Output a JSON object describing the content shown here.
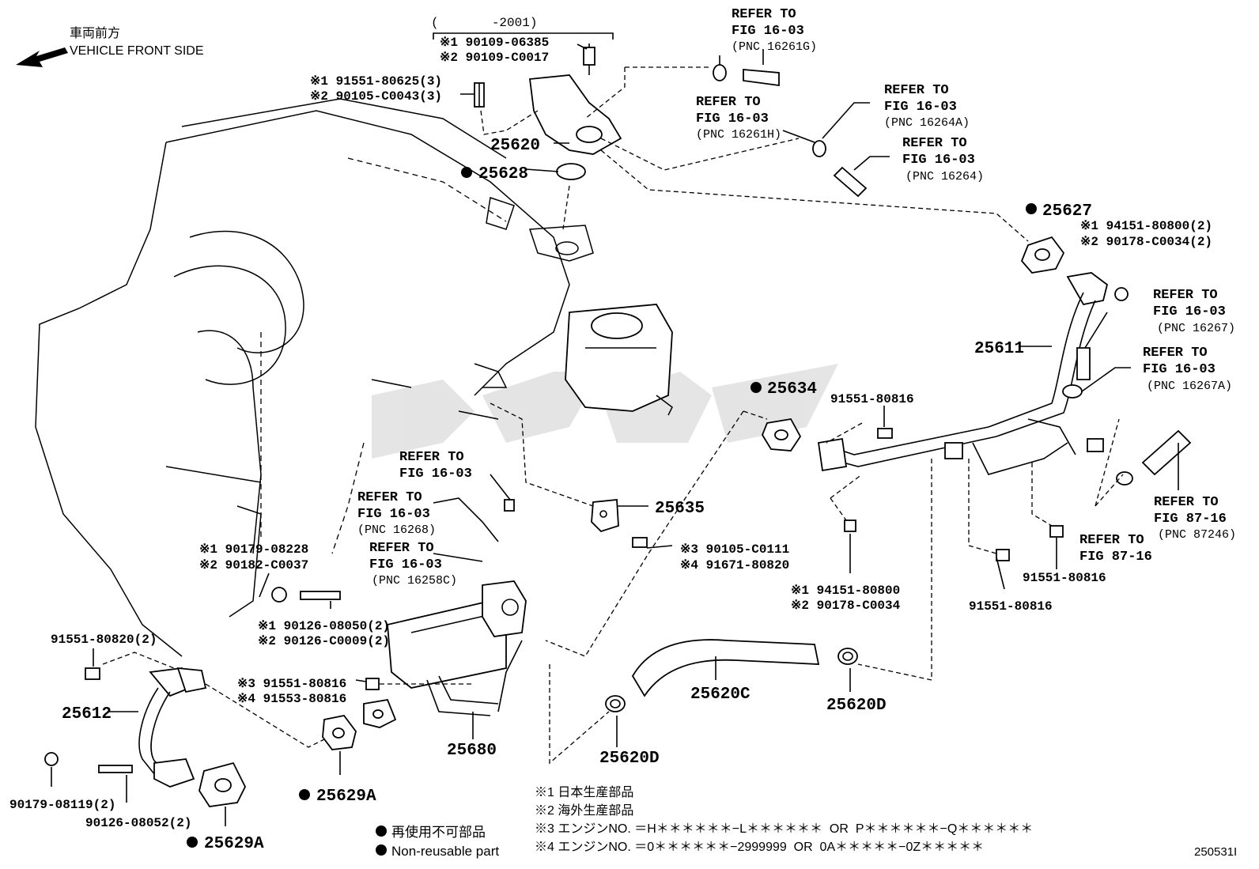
{
  "header": {
    "front_jp": "車両前方",
    "front_en": "VEHICLE FRONT SIDE",
    "year_note": "(       -2001)"
  },
  "callouts": {
    "c1_1": "※1 90109-06385",
    "c1_2": "※2 90109-C0017",
    "c2_1": "※1 91551-80625(3)",
    "c2_2": "※2 90105-C0043(3)",
    "c3_1": "※1 94151-80800(2)",
    "c3_2": "※2 90178-C0034(2)",
    "c4_1": "※1 90179-08228",
    "c4_2": "※2 90182-C0037",
    "c5_1": "※3 90105-C0111",
    "c5_2": "※4 91671-80820",
    "c6_1": "※1 94151-80800",
    "c6_2": "※2 90178-C0034",
    "c7_1": "※1 90126-08050(2)",
    "c7_2": "※2 90126-C0009(2)",
    "c8_1": "※3 91551-80816",
    "c8_2": "※4 91553-80816",
    "p91551_80816_a": "91551-80816",
    "p91551_80816_b": "91551-80816",
    "p91551_80816_c": "91551-80816",
    "p91551_80820": "91551-80820(2)",
    "p90179_08119": "90179-08119(2)",
    "p90126_08052": "90126-08052(2)"
  },
  "parts": {
    "p25620": "25620",
    "p25628": "25628",
    "p25627": "25627",
    "p25611": "25611",
    "p25634": "25634",
    "p25635": "25635",
    "p25612": "25612",
    "p25680": "25680",
    "p25620C": "25620C",
    "p25620D_a": "25620D",
    "p25620D_b": "25620D",
    "p25629A_a": "25629A",
    "p25629A_b": "25629A"
  },
  "refs": {
    "refer": "REFER TO",
    "fig1603": "FIG 16-03",
    "fig8716": "FIG 87-16",
    "pnc16261G": "(PNC 16261G)",
    "pnc16261H": "(PNC 16261H)",
    "pnc16264A": "(PNC 16264A)",
    "pnc16264": "(PNC 16264)",
    "pnc16267": "(PNC 16267)",
    "pnc16267A": "(PNC 16267A)",
    "pnc16268": "(PNC 16268)",
    "pnc16258C": "(PNC 16258C)",
    "pnc87246": "(PNC 87246)"
  },
  "legend": {
    "n1": "※1 日本生産部品",
    "n2": "※2 海外生産部品",
    "n3": "※3 エンジンNO. ＝H＊＊＊＊＊＊−L＊＊＊＊＊＊  OR  P＊＊＊＊＊＊−Q＊＊＊＊＊＊",
    "n4": "※4 エンジンNO. ＝0＊＊＊＊＊＊−2999999  OR  0A＊＊＊＊＊−0Z＊＊＊＊＊",
    "nonreuse_jp": "再使用不可部品",
    "nonreuse_en": "Non-reusable part"
  },
  "footer": {
    "code": "250531I"
  }
}
